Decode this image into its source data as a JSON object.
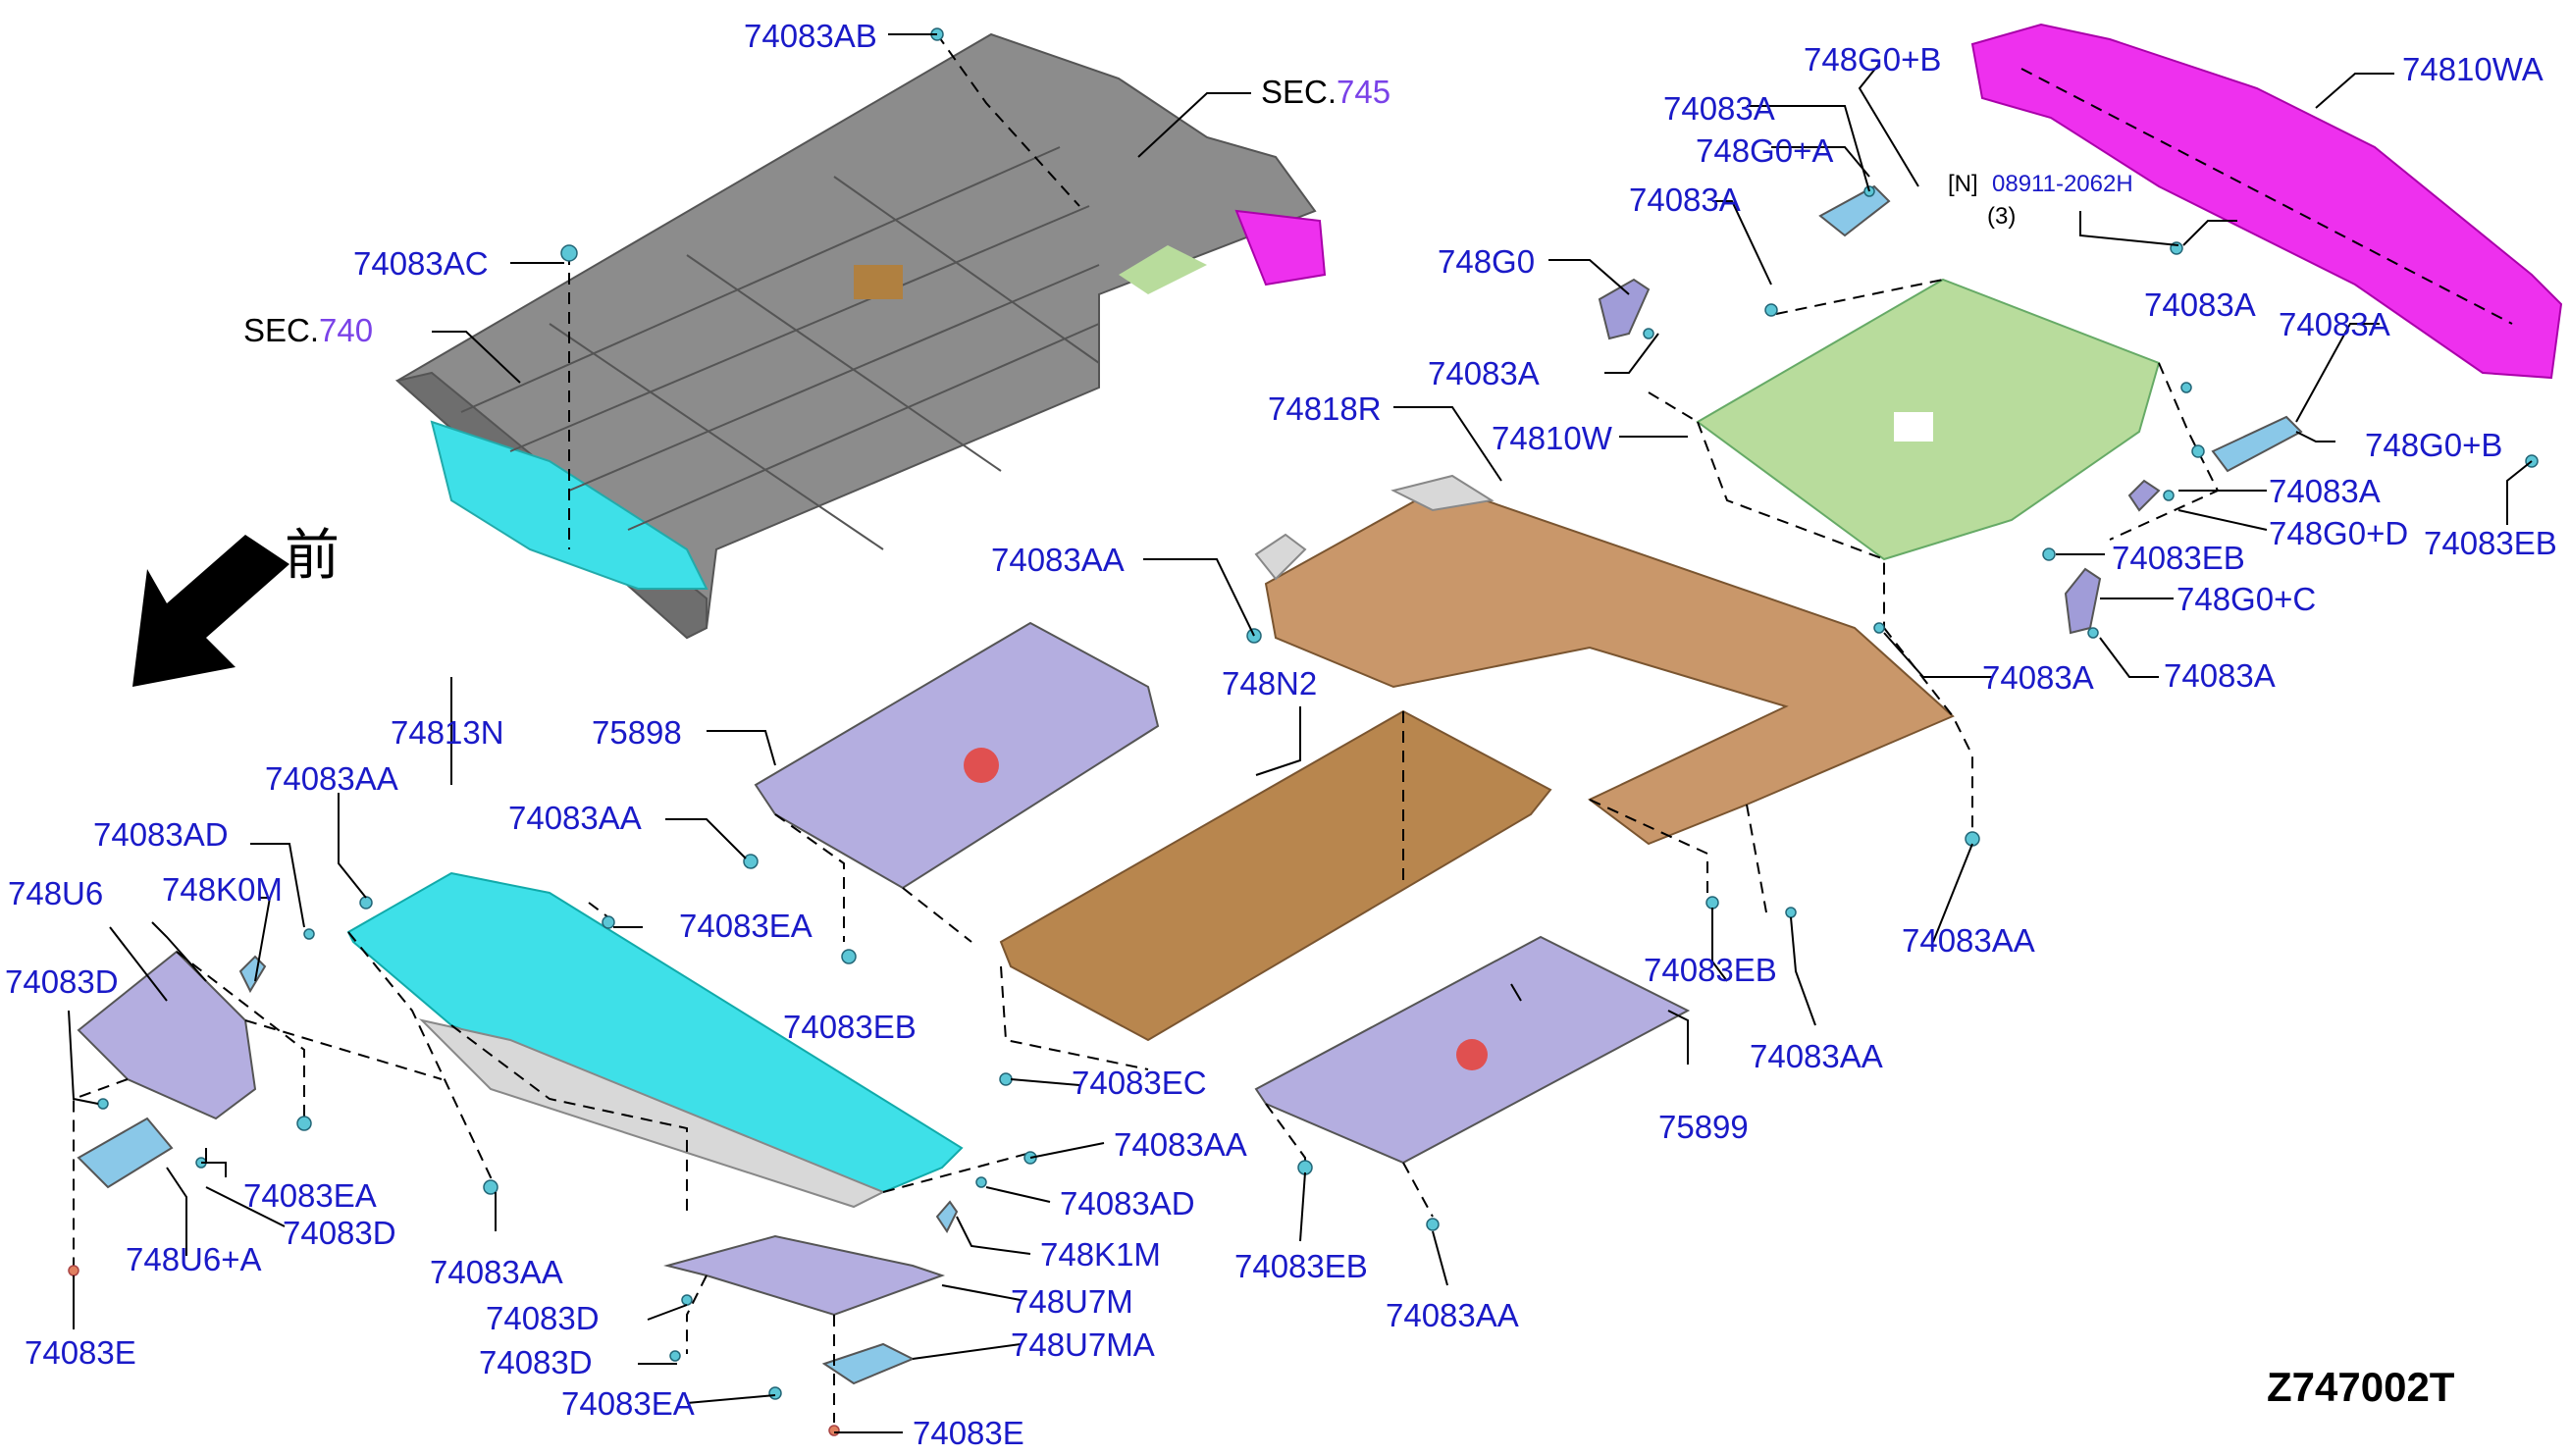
{
  "diagram": {
    "code": "Z747002T",
    "front_marker": "前",
    "sections": [
      {
        "prefix": "SEC.",
        "number": "745"
      },
      {
        "prefix": "SEC.",
        "number": "740"
      }
    ],
    "note": {
      "tag": "[N]",
      "part": "08911-2062H",
      "qty": "(3)"
    },
    "colors": {
      "floor_gray": "#8c8c8c",
      "cyan": "#3ee0e8",
      "magenta": "#ee30ee",
      "green": "#b8dc9c",
      "brown": "#c9976a",
      "tan": "#b8864e",
      "lavender": "#b4aee0",
      "label_blue": "#1a1ac8"
    },
    "labels": [
      "74083AB",
      "74083AC",
      "74810WA",
      "748G0+B",
      "74083A",
      "748G0+A",
      "74083A",
      "748G0",
      "74083A",
      "74083A",
      "74083A",
      "74818R",
      "74810W",
      "748G0+B",
      "74083A",
      "748G0+D",
      "74083EB",
      "74083EB",
      "748G0+C",
      "74083A",
      "74083AA",
      "74083A",
      "748N2",
      "75898",
      "74813N",
      "74083AA",
      "74083AA",
      "74083AD",
      "748K0M",
      "748U6",
      "74083EA",
      "74083D",
      "74083EB",
      "74083AA",
      "74083EB",
      "74083AA",
      "74083EC",
      "75899",
      "74083EA",
      "74083D",
      "748U6+A",
      "74083AA",
      "74083AD",
      "748K1M",
      "74083AA",
      "748U7M",
      "74083D",
      "748U7MA",
      "74083D",
      "74083EB",
      "74083EA",
      "74083AA",
      "74083E",
      "74083E"
    ]
  }
}
